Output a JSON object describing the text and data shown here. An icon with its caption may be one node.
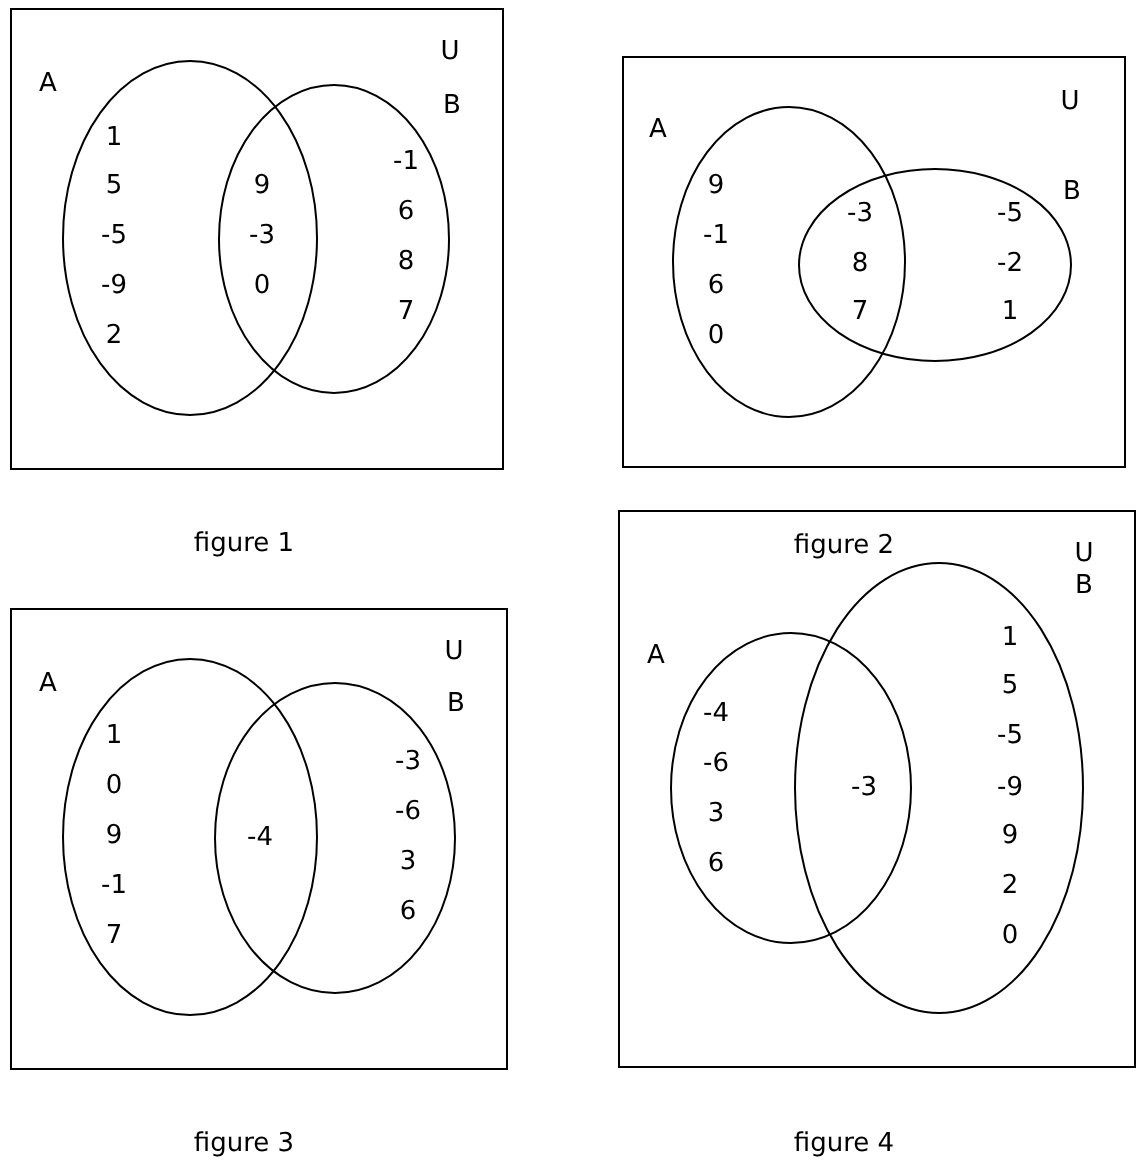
{
  "diagram": {
    "nodes": [
      {
        "text": [
          "U"
        ],
        "beside": [
          "figure 1"
        ]
      },
      {
        "text": [
          "A",
          "1",
          "5",
          "-5",
          "-9",
          "2"
        ],
        "in": 0
      },
      {
        "text": [
          "B",
          "-1",
          "6",
          "8",
          "7"
        ],
        "in": 0
      },
      {
        "text": [
          "U"
        ]
      },
      {
        "text": [
          "A",
          "9",
          "-1",
          "6",
          "0"
        ],
        "in": 3
      },
      {
        "text": [
          "B",
          "-5",
          "-2",
          "1"
        ],
        "in": 3
      },
      {
        "text": [
          "U"
        ],
        "beside": [
          "figure 3"
        ]
      },
      {
        "text": [
          "A",
          "1",
          "0",
          "9",
          "-1",
          "7"
        ],
        "in": 6
      },
      {
        "text": [
          "B",
          "-3",
          "-6",
          "3",
          "6"
        ],
        "in": 6
      },
      {
        "text": [
          "U"
        ],
        "beside": [
          "figure 4"
        ]
      },
      {
        "text": [
          "A",
          "-4",
          "-6",
          "3",
          "6"
        ],
        "in": 9
      },
      {
        "text": [
          "B",
          "1",
          "5",
          "-5",
          "-9",
          "9",
          "2",
          "0"
        ],
        "in": 9
      }
    ],
    "labels": [
      "9",
      "-3",
      "0",
      "-3",
      "8",
      "7",
      "figure 2",
      "-4",
      "-3"
    ]
  }
}
